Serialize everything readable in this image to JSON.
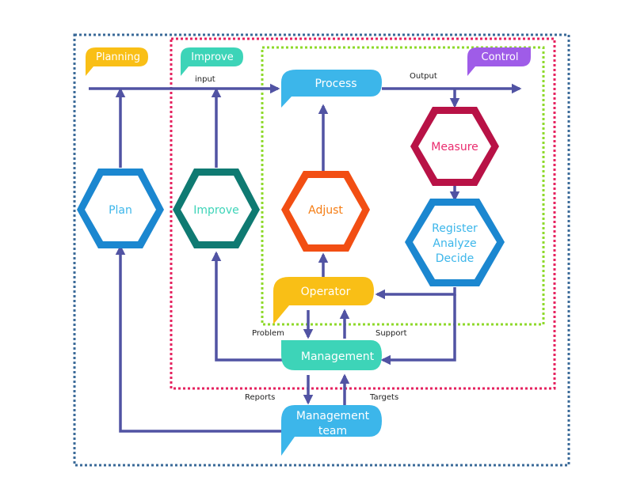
{
  "tags": {
    "planning": "Planning",
    "improve": "Improve",
    "control": "Control"
  },
  "nodes": {
    "process": "Process",
    "measure": "Measure",
    "plan": "Plan",
    "improve": "Improve",
    "adjust": "Adjust",
    "register_line1": "Register",
    "register_line2": "Analyze",
    "register_line3": "Decide",
    "operator": "Operator",
    "management": "Management",
    "management_team_line1": "Management",
    "management_team_line2": "team"
  },
  "edge_labels": {
    "input": "input",
    "output": "Output",
    "problem": "Problem",
    "support": "Support",
    "reports": "Reports",
    "targets": "Targets"
  },
  "colors": {
    "arrow": "#5153a3",
    "planning_tag": "#f9bf16",
    "improve_tag": "#3dd4b8",
    "control_tag": "#9f5ce8",
    "process": "#3cb6ea",
    "measure": "#ea2c6e",
    "plan": "#3cb6ea",
    "improve": "#3dd4b8",
    "adjust": "#f57c12",
    "register": "#3cb6ea",
    "operator": "#f9bf16",
    "management": "#3dd4b8",
    "management_team": "#3cb6ea",
    "outer_border": "#3a6a98",
    "middle_border": "#e5225f",
    "inner_border": "#8ed92a"
  }
}
